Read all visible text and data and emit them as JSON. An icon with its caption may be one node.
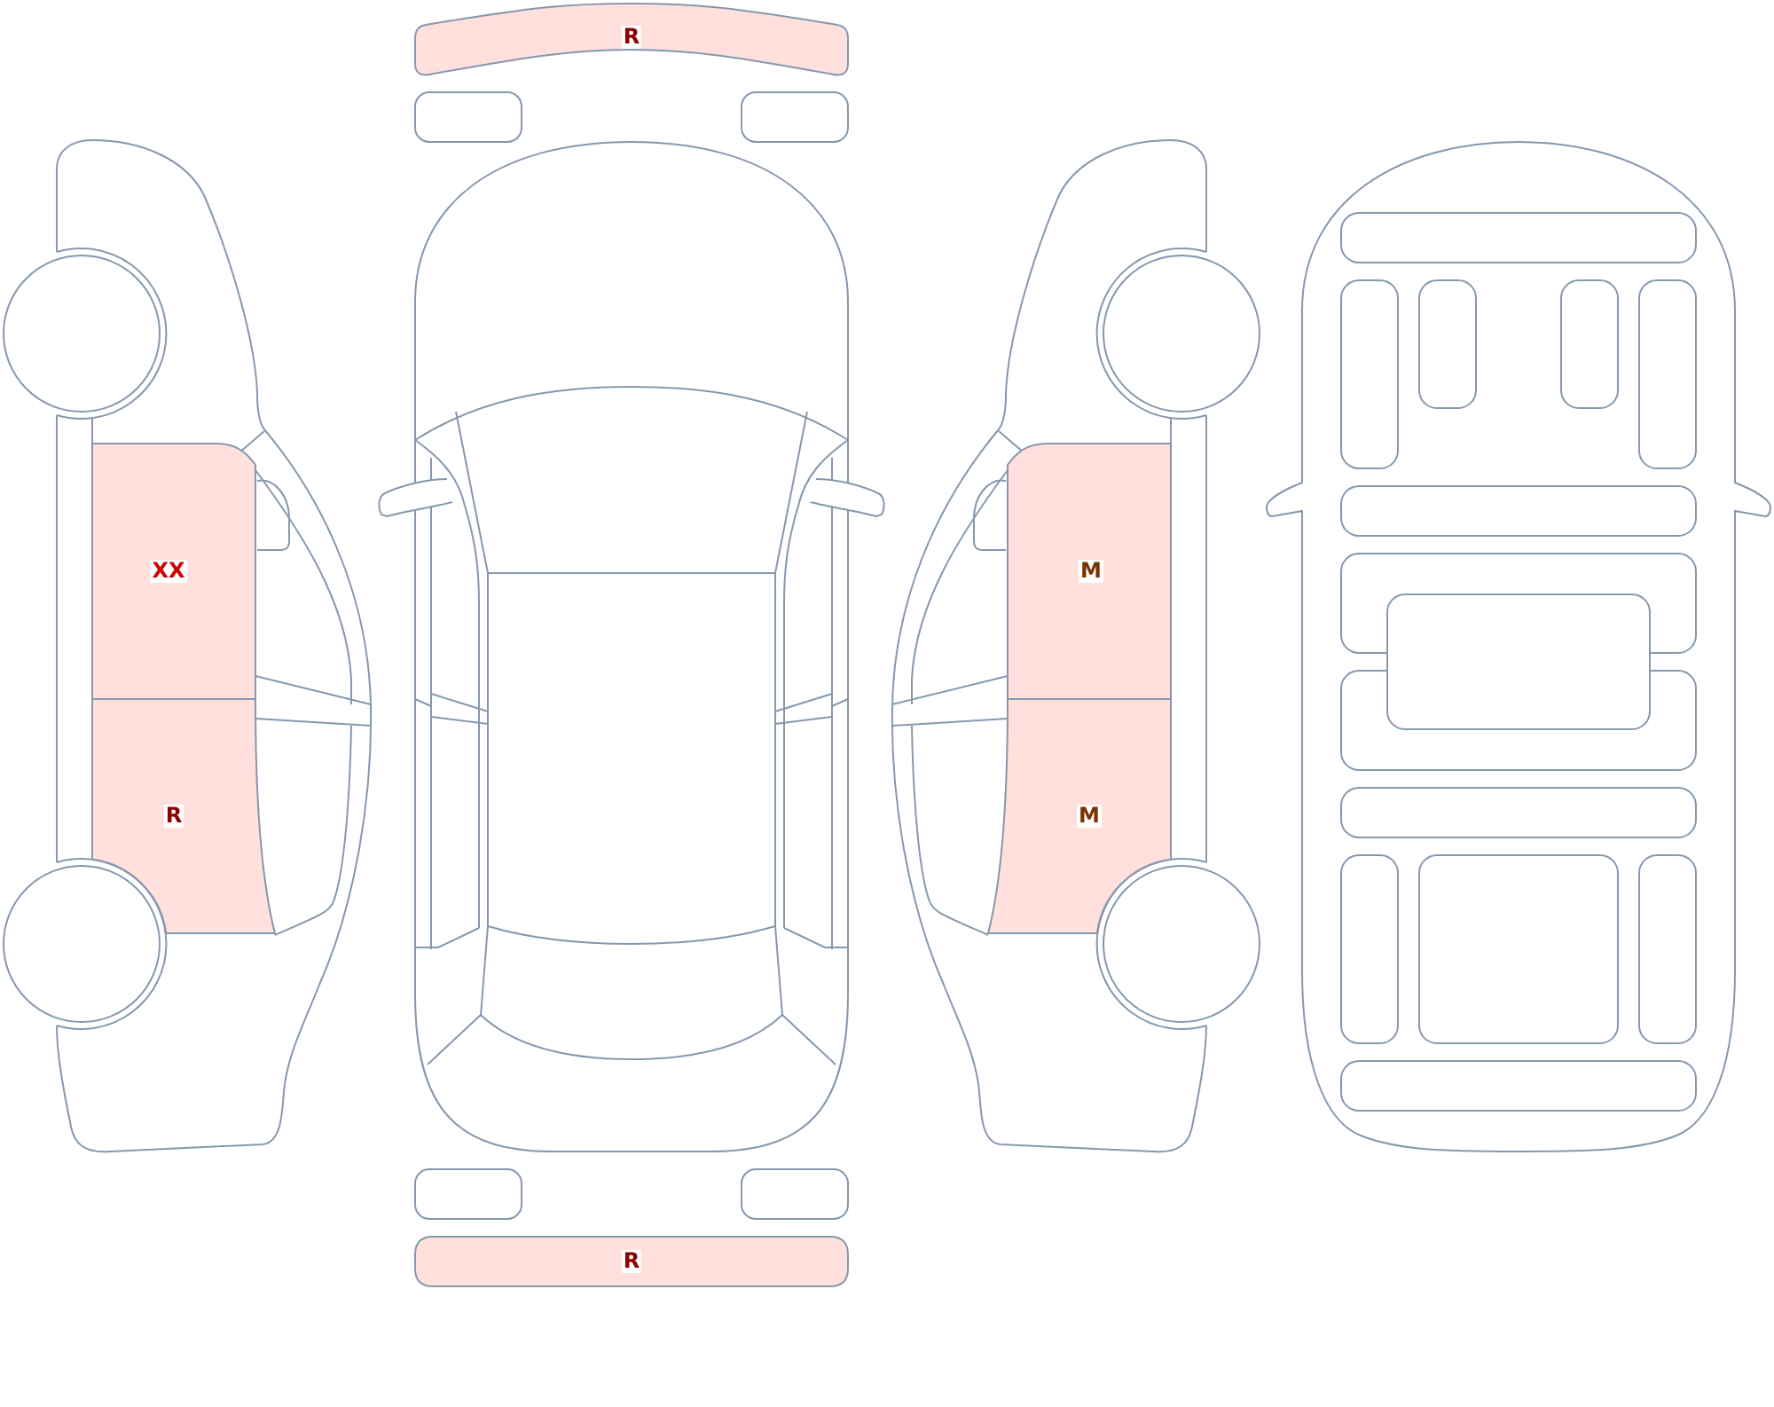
{
  "diagram": {
    "nodes": [
      {
        "text": [
          "R"
        ]
      },
      {
        "text": [
          "XX"
        ]
      },
      {
        "text": [
          "M"
        ]
      },
      {
        "text": [
          "R"
        ]
      },
      {
        "text": [
          "M"
        ]
      },
      {
        "text": [
          "R"
        ]
      }
    ]
  }
}
